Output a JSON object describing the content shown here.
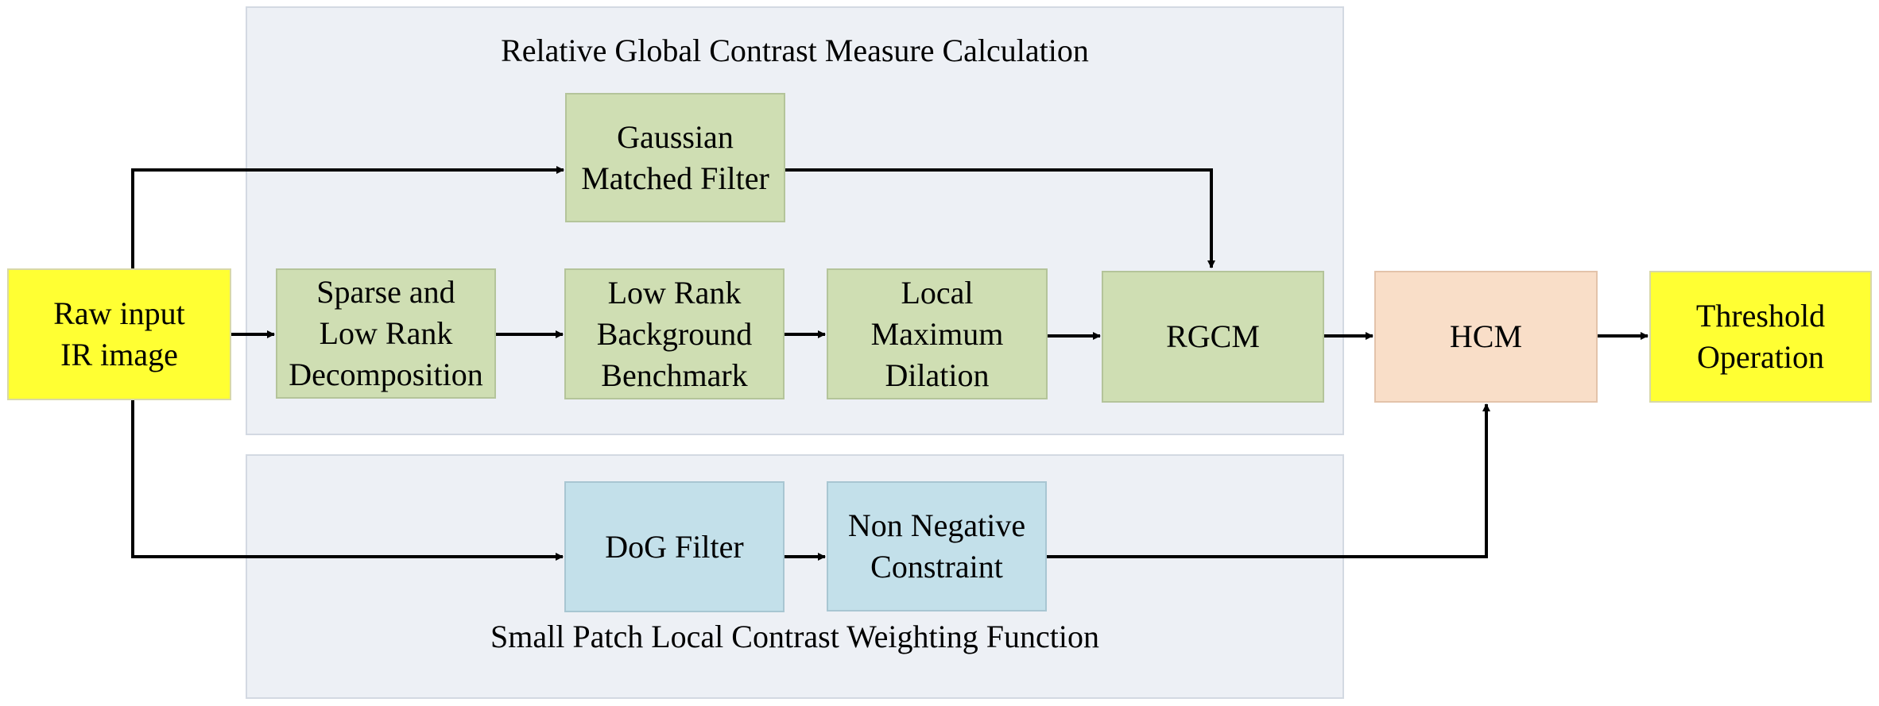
{
  "regions": {
    "top_title": "Relative Global Contrast Measure Calculation",
    "bottom_title": "Small Patch Local Contrast Weighting Function"
  },
  "nodes": {
    "raw_input": "Raw input\nIR image",
    "gaussian": "Gaussian\nMatched Filter",
    "sparse": "Sparse and\nLow Rank\nDecomposition",
    "low_rank": "Low Rank\nBackground\nBenchmark",
    "local_max": "Local\nMaximum\nDilation",
    "rgcm": "RGCM",
    "hcm": "HCM",
    "threshold": "Threshold\nOperation",
    "dog": "DoG Filter",
    "non_negative": "Non Negative\nConstraint"
  },
  "colors": {
    "input_output": "#ffff33",
    "rgcm_branch": "#cfdeb3",
    "weighting_branch": "#c3e0ea",
    "hcm": "#f9dec8",
    "region_fill": "#edf0f5"
  }
}
